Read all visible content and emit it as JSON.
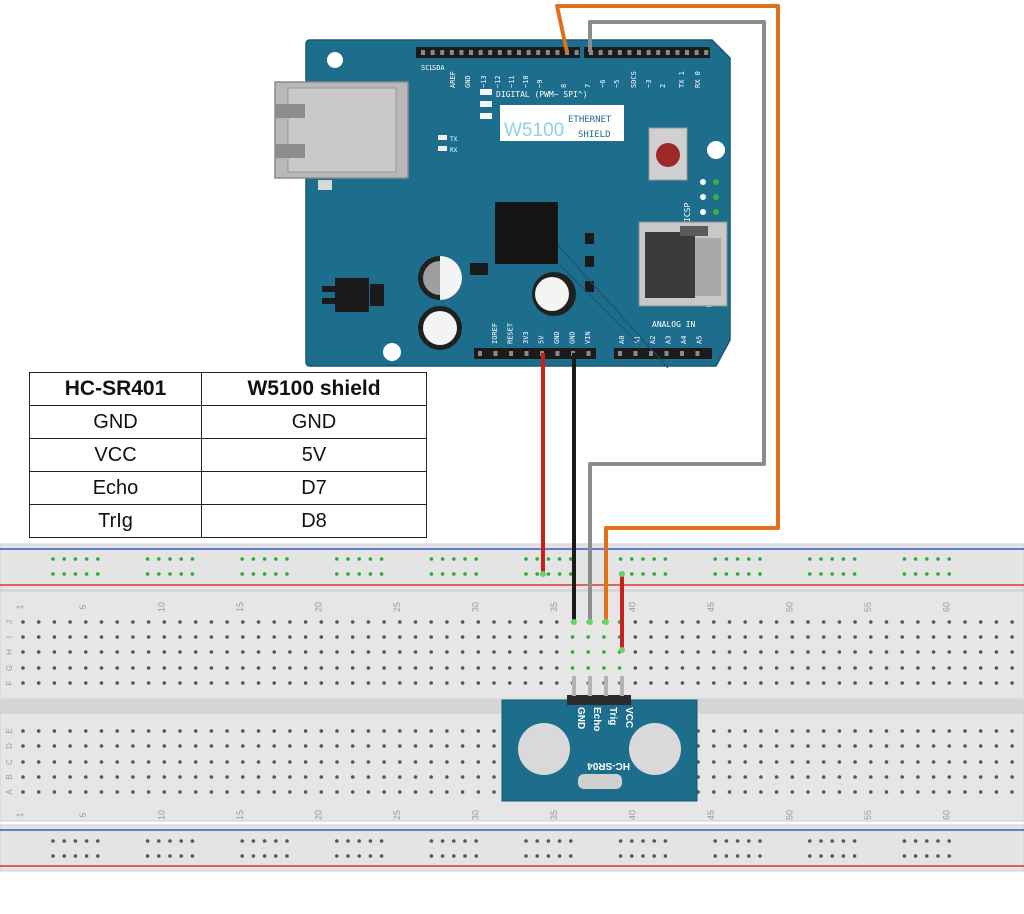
{
  "shield": {
    "pin_labels_top": [
      "SCL",
      "SDA",
      "AREF",
      "GND",
      "~13",
      "~12",
      "~11",
      "~10",
      "~9",
      "8",
      "7",
      "~6",
      "~5",
      "SDCS",
      "~3",
      "2",
      "TX 1",
      "RX 0"
    ],
    "digital_label": "DIGITAL (PWM~ SPI^)",
    "chip_name": "W5100",
    "title_line1": "ETHERNET",
    "title_line2": "SHIELD",
    "led_tx": "TX",
    "led_rx": "RX",
    "icsp_label": "ICSP",
    "power_pins": [
      "IOREF",
      "RESET",
      "3V3",
      "5V",
      "GND",
      "GND",
      "VIN"
    ],
    "analog_pins": [
      "A0",
      "A1",
      "A2",
      "A3",
      "A4",
      "A5"
    ],
    "analog_label": "ANALOG IN"
  },
  "sensor": {
    "name": "HC-SR04",
    "pins": [
      "GND",
      "Echo",
      "Trig",
      "VCC"
    ]
  },
  "table": {
    "headers": [
      "HC-SR401",
      "W5100 shield"
    ],
    "rows": [
      [
        "GND",
        "GND"
      ],
      [
        "VCC",
        "5V"
      ],
      [
        "Echo",
        "D7"
      ],
      [
        "TrIg",
        "D8"
      ]
    ]
  },
  "breadboard": {
    "column_numbers": [
      "1",
      "5",
      "10",
      "15",
      "20",
      "25",
      "30",
      "35",
      "40",
      "45",
      "50",
      "55",
      "60"
    ],
    "row_letters_top": [
      "J",
      "I",
      "H",
      "G",
      "F"
    ],
    "row_letters_bottom": [
      "E",
      "D",
      "C",
      "B",
      "A"
    ]
  },
  "colors": {
    "board": "#1d6e8d",
    "wire_red": "#c91f1f",
    "wire_black": "#1a1a1a",
    "wire_gray": "#8c8c8c",
    "wire_orange": "#e0701c",
    "breadboard": "#e4e4e4",
    "rail_red": "#d33a3a",
    "rail_blue": "#3b58c4",
    "hole_green": "#2fa832"
  }
}
